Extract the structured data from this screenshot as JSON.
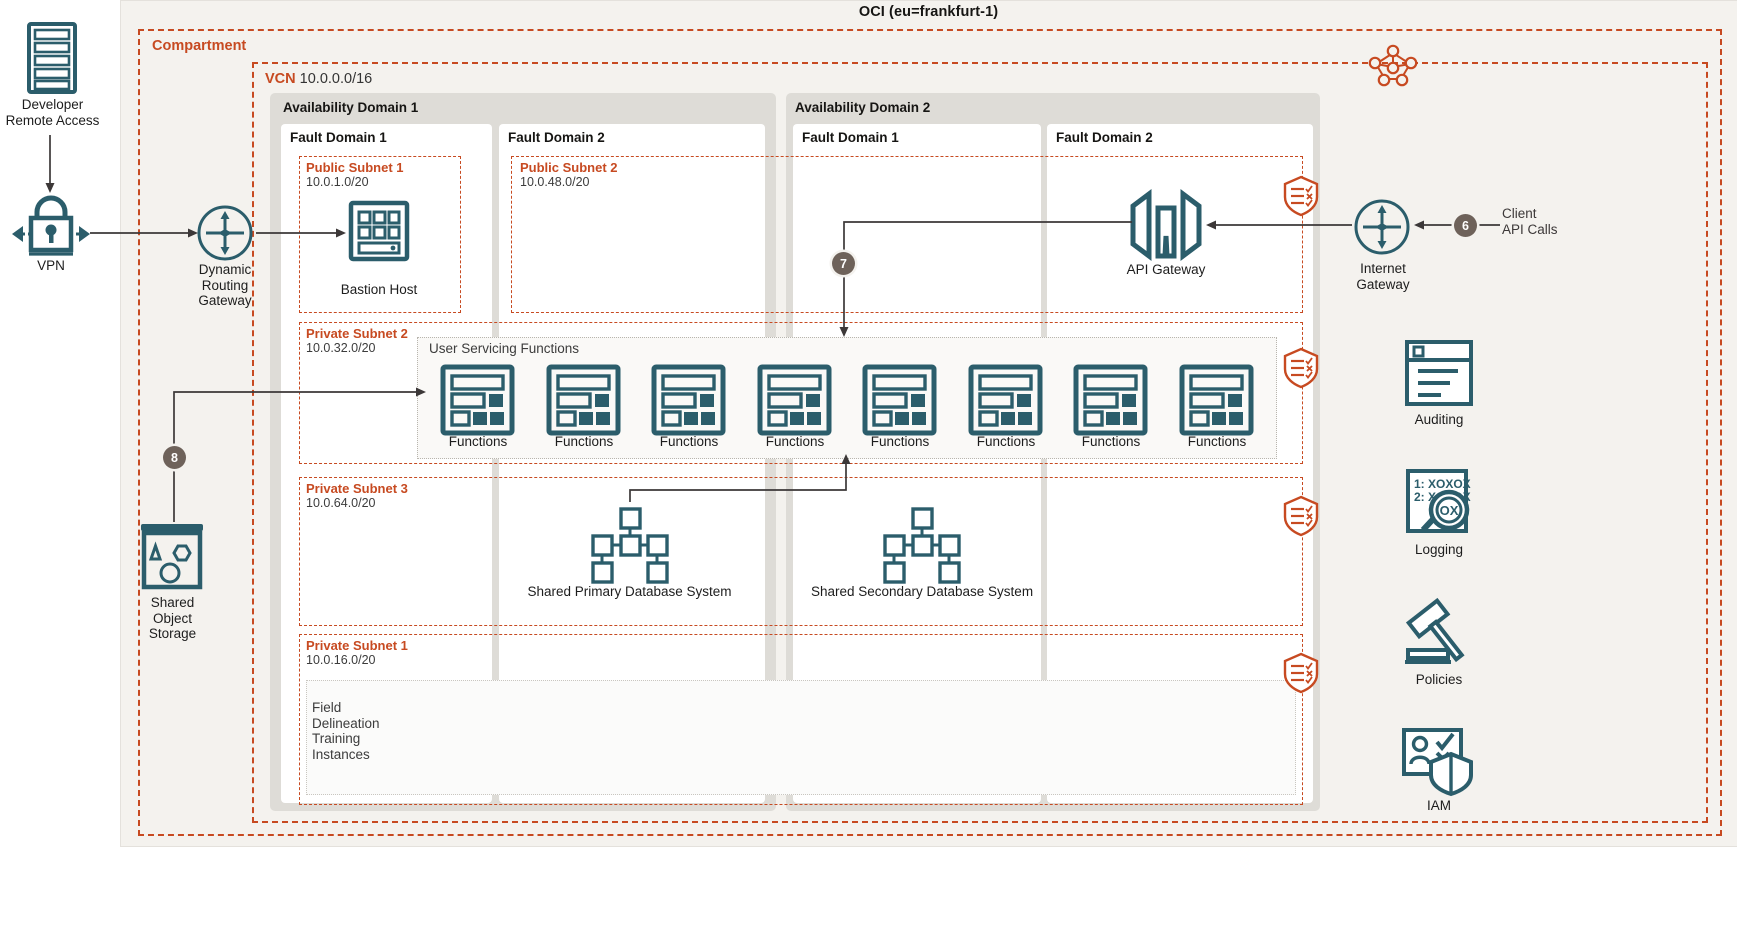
{
  "region": {
    "title": "OCI (eu=frankfurt-1)"
  },
  "compartment": {
    "label": "Compartment"
  },
  "vcn": {
    "label": "VCN",
    "cidr": "10.0.0.0/16"
  },
  "availability_domains": [
    {
      "title": "Availability Domain 1",
      "fault_domains": [
        {
          "title": "Fault Domain 1"
        },
        {
          "title": "Fault Domain 2"
        }
      ]
    },
    {
      "title": "Availability Domain 2",
      "fault_domains": [
        {
          "title": "Fault Domain 1"
        },
        {
          "title": "Fault Domain 2"
        }
      ]
    }
  ],
  "subnets": [
    {
      "name": "Public Subnet 1",
      "cidr": "10.0.1.0/20"
    },
    {
      "name": "Public Subnet 2",
      "cidr": "10.0.48.0/20"
    },
    {
      "name": "Private Subnet 2",
      "cidr": "10.0.32.0/20"
    },
    {
      "name": "Private Subnet 3",
      "cidr": "10.0.64.0/20"
    },
    {
      "name": "Private Subnet 1",
      "cidr": "10.0.16.0/20"
    }
  ],
  "external": {
    "developer": "Developer\nRemote Access",
    "developer_line1": "Developer",
    "developer_line2": "Remote Access",
    "vpn": "VPN",
    "drg_line1": "Dynamic",
    "drg_line2": "Routing",
    "drg_line3": "Gateway",
    "object_storage_line1": "Shared",
    "object_storage_line2": "Object",
    "object_storage_line3": "Storage",
    "internet_gateway_line1": "Internet",
    "internet_gateway_line2": "Gateway",
    "client_line1": "Client",
    "client_line2": "API Calls"
  },
  "nodes": {
    "bastion": "Bastion Host",
    "api_gateway": "API Gateway",
    "primary_db": "Shared Primary Database System",
    "secondary_db": "Shared Secondary Database System"
  },
  "functions_group": {
    "caption": "User Servicing Functions",
    "items": [
      {
        "label": "Functions"
      },
      {
        "label": "Functions"
      },
      {
        "label": "Functions"
      },
      {
        "label": "Functions"
      },
      {
        "label": "Functions"
      },
      {
        "label": "Functions"
      },
      {
        "label": "Functions"
      },
      {
        "label": "Functions"
      }
    ]
  },
  "training": {
    "line1": "Field",
    "line2": "Delineation",
    "line3": "Training",
    "line4": "Instances"
  },
  "steps": [
    {
      "id": "6",
      "number": "6"
    },
    {
      "id": "7",
      "number": "7"
    },
    {
      "id": "8",
      "number": "8"
    }
  ],
  "governance": [
    {
      "label": "Auditing",
      "icon": "auditing-icon"
    },
    {
      "label": "Logging",
      "icon": "logging-icon"
    },
    {
      "label": "Policies",
      "icon": "policies-icon"
    },
    {
      "label": "IAM",
      "icon": "iam-icon"
    }
  ],
  "security_lists": [
    {
      "icon": "security-list-shield-icon"
    },
    {
      "icon": "security-list-shield-icon"
    },
    {
      "icon": "security-list-shield-icon"
    },
    {
      "icon": "security-list-shield-icon"
    }
  ],
  "colors": {
    "accent_orange": "#c74a21",
    "teal": "#2b5d6b",
    "region_bg": "#f4f2ee",
    "ad_bg": "#dedcd7",
    "step_badge": "#6e625a"
  }
}
